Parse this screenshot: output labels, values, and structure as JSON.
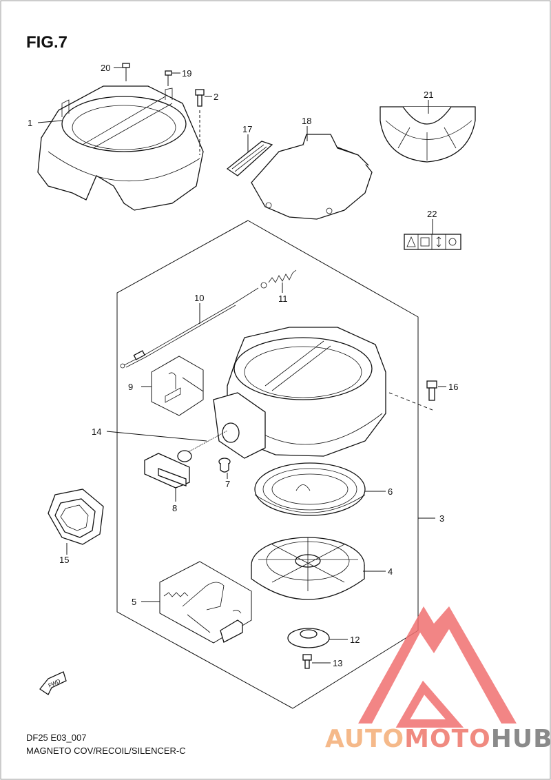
{
  "header": {
    "title": "FIG.7"
  },
  "footer": {
    "code": "DF25 E03_007",
    "caption": "MAGNETO COV/RECOIL/SILENCER-C"
  },
  "watermark": {
    "part1": "AUTO",
    "part2": "MOTO",
    "part3": "HUB",
    "color1": "#f5b98a",
    "color2": "#f08a80",
    "color3": "#8a8a8a",
    "triangle": "#f07070"
  },
  "labels": {
    "p1": "1",
    "p2": "2",
    "p3": "3",
    "p4": "4",
    "p5": "5",
    "p6": "6",
    "p7": "7",
    "p8": "8",
    "p9": "9",
    "p10": "10",
    "p11": "11",
    "p12": "12",
    "p13": "13",
    "p14": "14",
    "p15": "15",
    "p16": "16",
    "p17": "17",
    "p18": "18",
    "p19": "19",
    "p20": "20",
    "p21": "21",
    "p22": "22"
  },
  "fwd_arrow": {
    "text": "FWD",
    "icon": "fwd-arrow-icon"
  }
}
